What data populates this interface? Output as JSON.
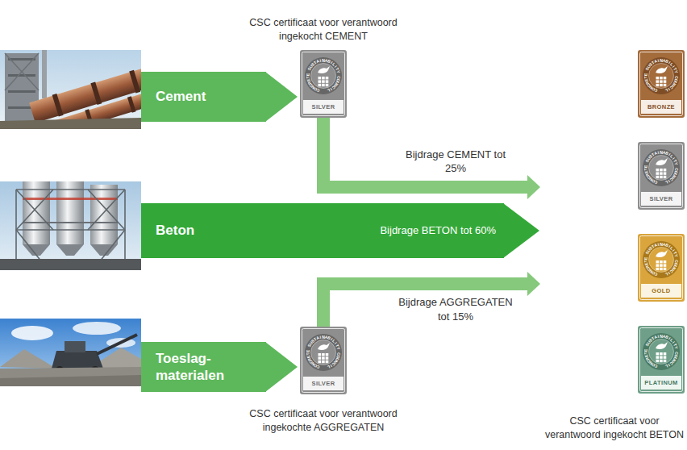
{
  "diagram": {
    "nodes": [
      {
        "text": [
          "Cement"
        ]
      },
      {
        "text": [
          "CSC certificaat voor verantwoord ingekocht CEMENT",
          "CONCRETE SUSTAINABILITY COUNCIL",
          "SILVER"
        ]
      },
      {
        "text": [
          "CSC certificaat voor verantwoord ingekocht BETON"
        ]
      },
      {
        "text": [
          "CONCRETE SUSTAINABILITY COUNCIL",
          "BRONZE"
        ],
        "in": 2
      },
      {
        "text": [
          "CONCRETE SUSTAINABILITY COUNCIL",
          "SILVER"
        ],
        "in": 2
      },
      {
        "text": [
          "CONCRETE SUSTAINABILITY COUNCIL",
          "GOLD"
        ],
        "in": 2
      },
      {
        "text": [
          "CONCRETE SUSTAINABILITY COUNCIL",
          "PLATINUM"
        ],
        "in": 2
      },
      {
        "text": [
          "Beton",
          "Bijdrage BETON tot 60%"
        ]
      },
      {
        "text": [
          "Toeslag- materialen"
        ]
      },
      {
        "text": [
          "CONCRETE SUSTAINABILITY COUNCIL",
          "SILVER",
          "CSC certificaat voor verantwoord ingekochte AGGREGATEN"
        ]
      }
    ],
    "edges": [
      {
        "from": 0,
        "to": 1,
        "arrow": "to"
      },
      {
        "from": 1,
        "to": 2,
        "label": "Bijdrage CEMENT tot 25%",
        "arrow": "to"
      },
      {
        "from": 7,
        "to": 2,
        "arrow": "to"
      },
      {
        "from": 8,
        "to": 9,
        "arrow": "to"
      },
      {
        "from": 9,
        "to": 2,
        "label": "Bijdrage AGGREGATEN tot 15%",
        "arrow": "to"
      }
    ]
  }
}
